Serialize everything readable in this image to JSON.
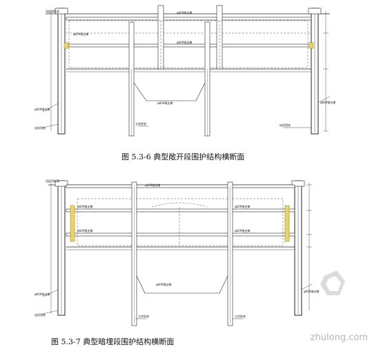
{
  "figures": [
    {
      "caption": "图 5.3-6  典型敞开段围护结构横断面"
    },
    {
      "caption": "图 5.3-7  典型暗埋段围护结构横断面"
    }
  ],
  "watermark": "zhulong.com"
}
